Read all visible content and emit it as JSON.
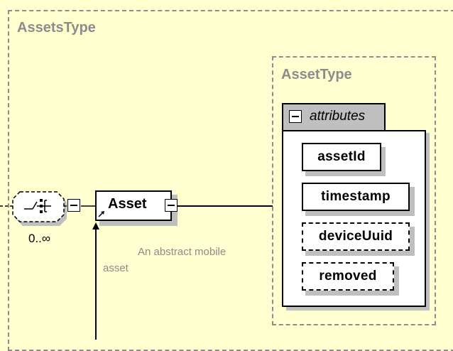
{
  "outer_type": {
    "title": "AssetsType"
  },
  "inner_type": {
    "title": "AssetType"
  },
  "attributes_group": {
    "label": "attributes",
    "items": [
      {
        "name": "assetId",
        "required": true
      },
      {
        "name": "timestamp",
        "required": true
      },
      {
        "name": "deviceUuid",
        "required": false
      },
      {
        "name": "removed",
        "required": false
      }
    ]
  },
  "sequence": {
    "cardinality": "0..∞"
  },
  "element": {
    "name": "Asset",
    "annotation_line1": "An abstract mobile",
    "annotation_line2": "asset"
  }
}
